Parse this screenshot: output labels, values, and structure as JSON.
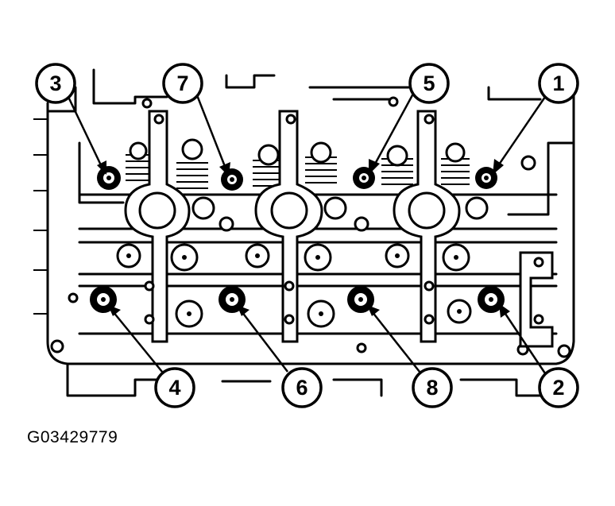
{
  "figure_code": "G03429779",
  "callouts": [
    {
      "label": "1",
      "target": "upper-right-bolt"
    },
    {
      "label": "2",
      "target": "lower-right-bolt"
    },
    {
      "label": "3",
      "target": "upper-left-bolt"
    },
    {
      "label": "4",
      "target": "lower-left-bolt"
    },
    {
      "label": "5",
      "target": "upper-center-right-bolt"
    },
    {
      "label": "6",
      "target": "lower-center-left-bolt"
    },
    {
      "label": "7",
      "target": "upper-center-left-bolt"
    },
    {
      "label": "8",
      "target": "lower-center-right-bolt"
    }
  ],
  "colors": {
    "ink": "#000000",
    "paper": "#ffffff"
  }
}
